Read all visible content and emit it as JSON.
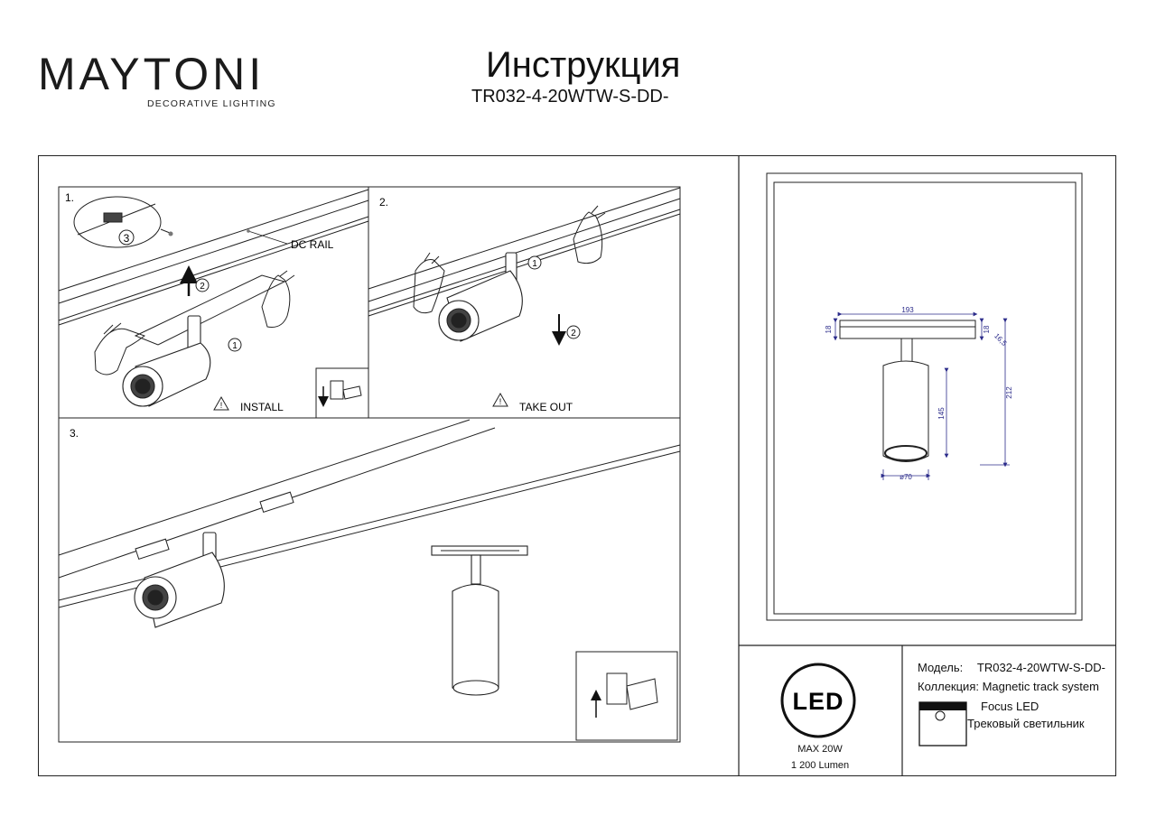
{
  "header": {
    "brand": "MAYTONI",
    "brand_tagline": "DECORATIVE LIGHTING",
    "title": "Инструкция",
    "model": "TR032-4-20WTW-S-DD-"
  },
  "steps": {
    "step1": {
      "number": "1.",
      "rail_label": "DC RAIL",
      "warning": "INSTALL",
      "circled_a": "1",
      "circled_b": "2",
      "circled_c": "3"
    },
    "step2": {
      "number": "2.",
      "warning": "TAKE OUT",
      "circled_a": "1",
      "circled_b": "2"
    },
    "step3": {
      "number": "3."
    }
  },
  "dimensions": {
    "rail_length": "193",
    "rail_height_left": "18",
    "rail_height_right": "18",
    "rail_width": "16,5",
    "body_height": "145",
    "total_height": "212",
    "diameter": "ø70"
  },
  "specs": {
    "model_label": "Модель:",
    "model_value": "TR032-4-20WTW-S-DD-",
    "collection_label": "Коллекция:",
    "collection_value": "Magnetic track system",
    "series": "Focus LED",
    "type": "Трековый светильник",
    "led_badge": "LED",
    "max_power": "MAX 20W",
    "lumen": "1 200 Lumen"
  },
  "colors": {
    "line": "#222222",
    "dimension": "#2b2b8a",
    "accent_dot": "#5a1a3a"
  }
}
